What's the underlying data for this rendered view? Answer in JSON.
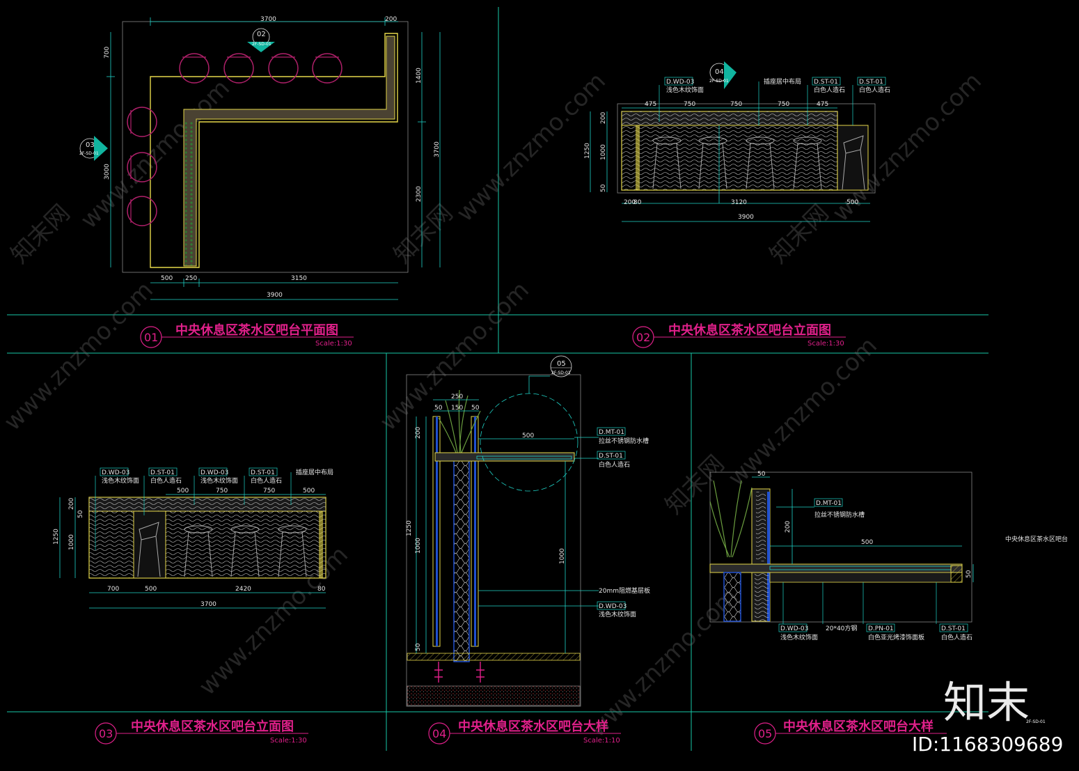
{
  "panels": {
    "p01": {
      "number": "01",
      "title": "中央休息区茶水区吧台平面图",
      "scale": "Scale:1:30"
    },
    "p02": {
      "number": "02",
      "title": "中央休息区茶水区吧台立面图",
      "scale": "Scale:1:30"
    },
    "p03": {
      "number": "03",
      "title": "中央休息区茶水区吧台立面图",
      "scale": "Scale:1:30"
    },
    "p04": {
      "number": "04",
      "title": "中央休息区茶水区吧台大样",
      "scale": "Scale:1:10"
    },
    "p05": {
      "number": "05",
      "title": "中央休息区茶水区吧台大样",
      "scale": ""
    }
  },
  "plan": {
    "dims_top": [
      "3700",
      "200"
    ],
    "dims_left": [
      "700",
      "3000"
    ],
    "dims_right": [
      "1400",
      "2300",
      "3700"
    ],
    "dims_bottom": [
      "500",
      "250",
      "3150",
      "3900"
    ],
    "tag_02": {
      "num": "02",
      "ref": "2F-SD-01"
    },
    "tag_03": {
      "num": "03",
      "ref": "2F-SD-01"
    }
  },
  "elev02": {
    "tag": {
      "num": "04",
      "ref": "2F-SD-01"
    },
    "labels": [
      {
        "code": "D.WD-03",
        "text": "浅色木纹饰面"
      },
      {
        "code": "插座居中布局",
        "text": ""
      },
      {
        "code": "D.ST-01",
        "text": "白色人造石"
      },
      {
        "code": "D.ST-01",
        "text": "白色人造石"
      }
    ],
    "dims_top": [
      "475",
      "750",
      "750",
      "750",
      "475"
    ],
    "dims_left": [
      "200",
      "1000",
      "50",
      "1250"
    ],
    "dims_bottom": [
      "200",
      "80",
      "3120",
      "500",
      "3900"
    ]
  },
  "elev03": {
    "labels": [
      {
        "code": "D.WD-03",
        "text": "浅色木纹饰面"
      },
      {
        "code": "D.ST-01",
        "text": "白色人造石"
      },
      {
        "code": "D.WD-03",
        "text": "浅色木纹饰面"
      },
      {
        "code": "D.ST-01",
        "text": "白色人造石"
      },
      {
        "code": "插座居中布局",
        "text": ""
      }
    ],
    "dims_top": [
      "500",
      "750",
      "750",
      "500"
    ],
    "dims_left": [
      "200",
      "50",
      "1000",
      "1250"
    ],
    "dims_bottom": [
      "700",
      "500",
      "2420",
      "80",
      "3700"
    ]
  },
  "detail04": {
    "tag": {
      "num": "05",
      "ref": "2F-SD-01"
    },
    "dims_top": [
      "250",
      "50",
      "150",
      "50"
    ],
    "dims": [
      "500",
      "200",
      "1250",
      "1000",
      "1000",
      "50"
    ],
    "labels": [
      {
        "code": "D.MT-01",
        "text": "拉丝不锈钢防水槽"
      },
      {
        "code": "D.ST-01",
        "text": "白色人造石"
      },
      {
        "code": "20mm阻燃基层板",
        "text": ""
      },
      {
        "code": "D.WD-03",
        "text": "浅色木纹饰面"
      }
    ]
  },
  "detail05": {
    "dims": [
      "50",
      "200",
      "500",
      "50"
    ],
    "labels": [
      {
        "code": "D.MT-01",
        "text": "拉丝不锈钢防水槽"
      },
      {
        "code": "D.WD-03",
        "text": "浅色木纹饰面"
      },
      {
        "code": "20*40方钢",
        "text": ""
      },
      {
        "code": "D.PN-01",
        "text": "白色亚光烤漆饰面板"
      },
      {
        "code": "D.ST-01",
        "text": "白色人造石"
      }
    ],
    "side_note": "中央休息区茶水区吧台",
    "sheet_ref": "2F-SD-01"
  },
  "watermark": {
    "site": "www.znzmo.com",
    "cn": "知末网",
    "brand": "知末",
    "id": "ID:1168309689"
  },
  "colors": {
    "frame": "#17c9a8",
    "dim": "#1fd4c8",
    "title": "#e0208a",
    "counter": "#e6d84a",
    "stool": "#b0206a",
    "text": "#e6e6e6",
    "tag": "#11b5a0"
  }
}
